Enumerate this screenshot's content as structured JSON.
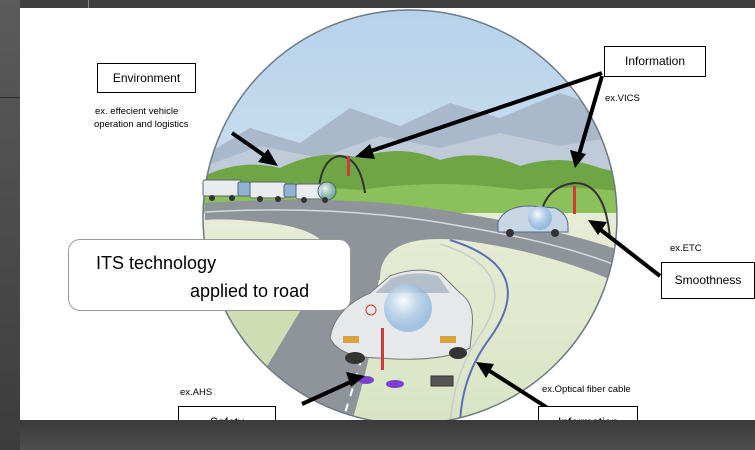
{
  "labels": {
    "environment": "Environment",
    "information_top": "Information",
    "smoothness": "Smoothness",
    "safety": "Safety",
    "information_bottom": "Information"
  },
  "examples": {
    "environment_line1": "ex. effecient vehicle",
    "environment_line2": "operation and logistics",
    "vics": "ex.VICS",
    "etc": "ex.ETC",
    "ahs": "ex.AHS",
    "fiber": "ex.Optical fiber cable"
  },
  "headline": {
    "line1": "ITS technology",
    "line2": "applied to road"
  },
  "colors": {
    "sky": "#c9dff0",
    "hills": "#a7b9cf",
    "grass": "#7fb04a",
    "road": "#8a8f96",
    "sensor": "#d13a3a",
    "marker": "#7a3fd0"
  }
}
